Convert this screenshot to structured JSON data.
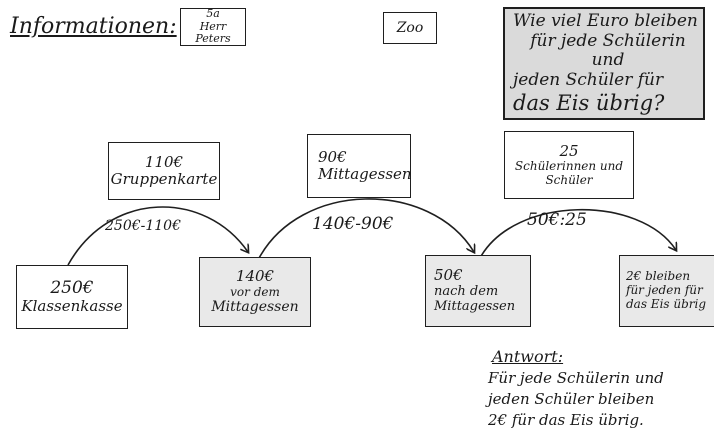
{
  "header": {
    "label": "Informationen:",
    "class_line1": "5a",
    "class_line2": "Herr Peters",
    "place": "Zoo"
  },
  "question": {
    "line1": "Wie viel Euro bleiben",
    "line2": "für jede Schülerin und",
    "line3": "jeden Schüler für",
    "line4": "das Eis übrig?"
  },
  "info_boxes": [
    {
      "line1": "110€",
      "line2": "Gruppenkarte"
    },
    {
      "line1": "90€",
      "line2": "Mittagessen"
    },
    {
      "line1": "25",
      "line2": "Schülerinnen und",
      "line3": "Schüler"
    }
  ],
  "operations": [
    "250€-110€",
    "140€-90€",
    "50€:25"
  ],
  "states": [
    {
      "line1": "250€",
      "line2": "Klassenkasse"
    },
    {
      "line1": "140€",
      "line2": "vor dem",
      "line3": "Mittagessen"
    },
    {
      "line1": "50€",
      "line2": "nach dem",
      "line3": "Mittagessen"
    },
    {
      "line1": "2€ bleiben",
      "line2": "für jeden für",
      "line3": "das Eis übrig"
    }
  ],
  "answer": {
    "title": "Antwort:",
    "line1": "Für jede Schülerin und",
    "line2": "jeden Schüler bleiben",
    "line3": "2€ für das Eis übrig."
  },
  "colors": {
    "ink": "#1f1f1f",
    "box_fill": "#e9e9e9",
    "question_fill": "#dadada"
  }
}
